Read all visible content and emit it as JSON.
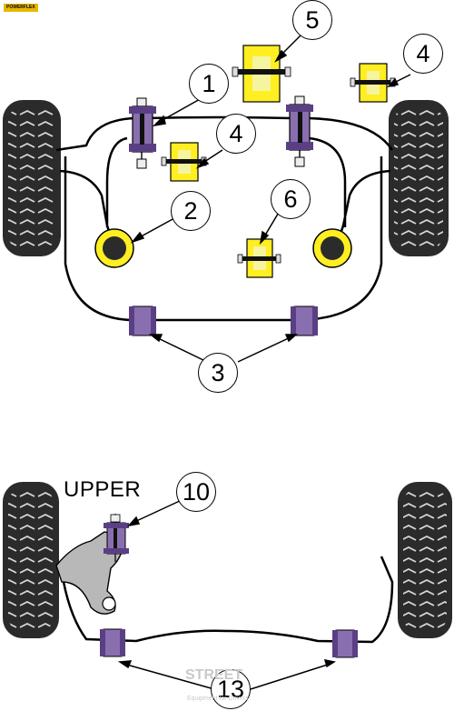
{
  "brand_tag": "POWERFLEX",
  "upper_label": "UPPER",
  "callouts": {
    "c1": "1",
    "c2": "2",
    "c3": "3",
    "c4a": "4",
    "c4b": "4",
    "c5": "5",
    "c6": "6",
    "c10": "10",
    "c13": "13"
  },
  "watermark": {
    "title": "STREET",
    "subtitle": "Equipment for Drivers"
  },
  "colors": {
    "purple_bush": "#8a6fb0",
    "purple_dark": "#5a3f85",
    "yellow_bush": "#ffee22",
    "tyre": "#2a2a2a",
    "arm_grey": "#b8b8b8"
  }
}
